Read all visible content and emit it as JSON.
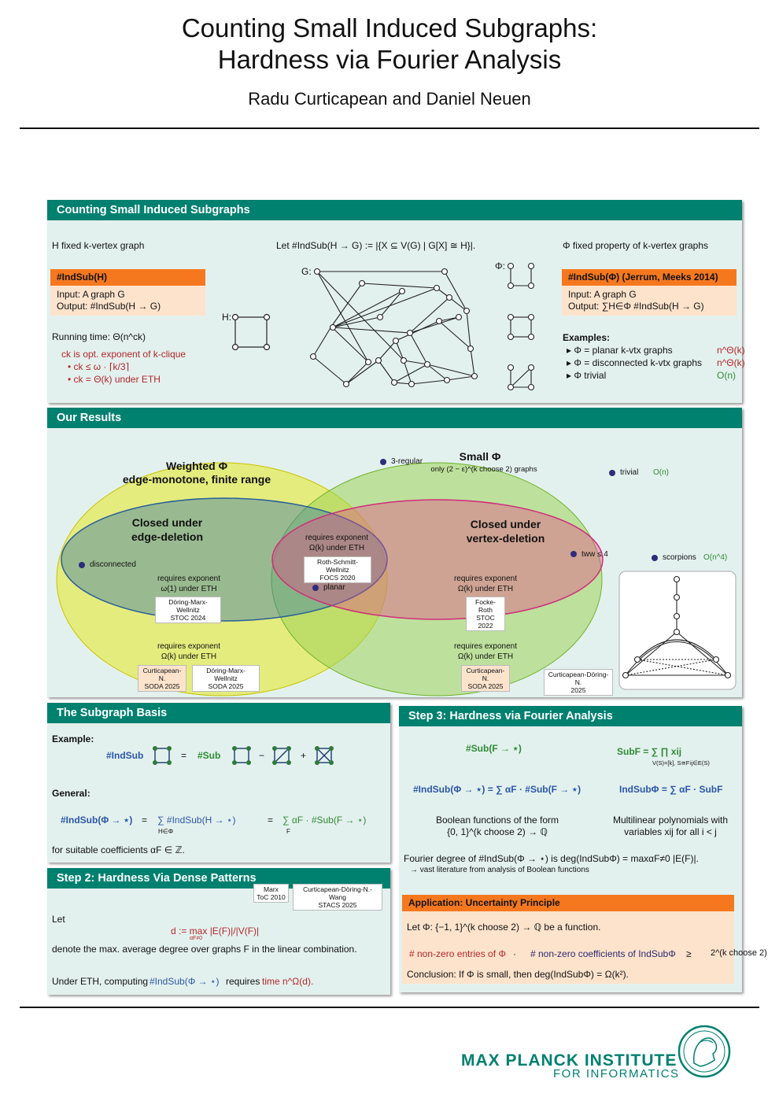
{
  "header": {
    "title_line1": "Counting Small Induced Subgraphs:",
    "title_line2": "Hardness via Fourier Analysis",
    "authors": "Radu Curticapean and Daniel Neuen"
  },
  "intro": {
    "heading": "Counting Small Induced Subgraphs",
    "h_fixed": "H fixed k-vertex graph",
    "let_def": "Let #IndSub(H → G) := |{X ⊆ V(G) | G[X] ≅ H}|.",
    "phi_fixed": "Φ fixed property of k-vertex graphs",
    "box1_head": "#IndSub(H)",
    "box1_input": "Input:    A graph G",
    "box1_output": "Output: #IndSub(H → G)",
    "running_time": "Running time: Θ(n^ck)",
    "ck_def": "ck is opt. exponent of k-clique",
    "ck_bullet1": "• ck ≤ ω · ⌈k/3⌉",
    "ck_bullet2": "• ck = Θ(k) under ETH",
    "g_label": "G:",
    "h_label": "H:",
    "phi_label": "Φ:",
    "box2_head": "#IndSub(Φ) (Jerrum, Meeks 2014)",
    "box2_input": "Input:    A graph G",
    "box2_output": "Output: ∑H∈Φ #IndSub(H → G)",
    "examples_label": "Examples:",
    "examples": [
      {
        "text": "▸ Φ = planar k-vtx graphs",
        "complexity": "n^Θ(k)"
      },
      {
        "text": "▸ Φ = disconnected k-vtx graphs",
        "complexity": "n^Θ(k)"
      },
      {
        "text": "▸ Φ trivial",
        "complexity": "O(n)"
      }
    ]
  },
  "results": {
    "heading": "Our Results",
    "weighted_title1": "Weighted Φ",
    "weighted_title2": "edge-monotone, finite range",
    "small_title": "Small Φ",
    "small_sub": "only (2 − ε)^(k choose 2) graphs",
    "closed_edge1": "Closed under",
    "closed_edge2": "edge-deletion",
    "closed_vertex1": "Closed under",
    "closed_vertex2": "vertex-deletion",
    "center_req1": "requires exponent",
    "center_req2": "Ω(k) under ETH",
    "center_cite": [
      "Roth-Schmitt-Wellnitz",
      "FOCS 2020"
    ],
    "edge_req1": "requires exponent",
    "edge_req2": "ω(1) under ETH",
    "edge_cite": [
      "Döring-Marx-Wellnitz",
      "STOC 2024"
    ],
    "vertex_req1": "requires exponent",
    "vertex_req2": "Ω(k) under ETH",
    "vertex_cite": [
      "Focke-Roth",
      "STOC 2022"
    ],
    "weighted_req1": "requires exponent",
    "weighted_req2": "Ω(k) under ETH",
    "weighted_cite1": [
      "Curticapean-N.",
      "SODA 2025"
    ],
    "weighted_cite2": [
      "Döring-Marx-Wellnitz",
      "SODA 2025"
    ],
    "small_req1": "requires exponent",
    "small_req2": "Ω(k) under ETH",
    "small_cite": [
      "Curticapean-N.",
      "SODA 2025"
    ],
    "scorp_cite": [
      "Curticapean-Döring-N.",
      "2025"
    ],
    "points": {
      "three_regular": "3-regular",
      "trivial": "trivial",
      "trivial_c": "O(n)",
      "disconnected": "disconnected",
      "planar": "planar",
      "tww": "tww ≤ 4",
      "scorpions": "scorpions",
      "scorpions_c": "O(n^4)"
    }
  },
  "basis": {
    "heading": "The Subgraph Basis",
    "example_label": "Example:",
    "indsub": "#IndSub",
    "sub": "#Sub",
    "eq": "=",
    "minus": "−",
    "plus": "+",
    "general_label": "General:",
    "gen_lhs": "#IndSub(Φ → ⋆)",
    "gen_mid": "∑ #IndSub(H → ⋆)",
    "gen_mid_sub": "H∈Φ",
    "gen_rhs": "∑ αF · #Sub(F → ⋆)",
    "gen_rhs_sub": "F",
    "coeffs": "for suitable coefficients αF ∈ ℤ."
  },
  "step2": {
    "heading": "Step 2: Hardness Via Dense Patterns",
    "cite1": [
      "Marx",
      "ToC 2010"
    ],
    "cite2": [
      "Curticapean-Döring-N.-Wang",
      "STACS 2025"
    ],
    "let": "Let",
    "d_def": "d := max |E(F)|/|V(F)|",
    "d_sub": "αF≠0",
    "denote": "denote the max. average degree over graphs F in the linear combination.",
    "under_eth_pre": "Under ETH, computing",
    "under_eth_obj": "#IndSub(Φ → ⋆)",
    "under_eth_req": "requires",
    "under_eth_time": "time n^Ω(d)."
  },
  "step3": {
    "heading": "Step 3: Hardness via Fourier Analysis",
    "sub_fn": "#Sub(F → ⋆)",
    "sub_poly": "SubF = ∑ ∏ xij",
    "sub_poly_sub1": "V(S)=[k], S≅F",
    "sub_poly_sub2": "ij∈E(S)",
    "ind_fn": "#IndSub(Φ → ⋆) = ∑ αF · #Sub(F → ⋆)",
    "ind_poly": "IndSubΦ = ∑ αF · SubF",
    "bool_fn1": "Boolean functions of the form",
    "bool_fn2": "{0, 1}^(k choose 2) → ℚ",
    "multi1": "Multilinear polynomials with",
    "multi2": "variables xij for all i < j",
    "fourier": "Fourier degree of #IndSub(Φ → ⋆) is deg(IndSubΦ) = maxαF≠0 |E(F)|.",
    "vast": "→ vast literature from analysis of Boolean functions",
    "app_head": "Application: Uncertainty Principle",
    "app_let": "Let Φ: {−1, 1}^(k choose 2) → ℚ be a function.",
    "app_nonzero": "# non-zero entries of Φ",
    "app_dot": "·",
    "app_coeffs": "# non-zero coefficients of IndSubΦ",
    "app_geq": "≥",
    "app_bound": "2^(k choose 2)",
    "conclusion": "Conclusion: If Φ is small, then deg(IndSubΦ) = Ω(k²)."
  },
  "footer": {
    "logo_line1": "MAX PLANCK INSTITUTE",
    "logo_line2": "FOR INFORMATICS"
  },
  "colors": {
    "teal": "#00806f",
    "orange": "#f5781f",
    "peach": "#fde3cc",
    "panel": "#e3f1ee"
  }
}
